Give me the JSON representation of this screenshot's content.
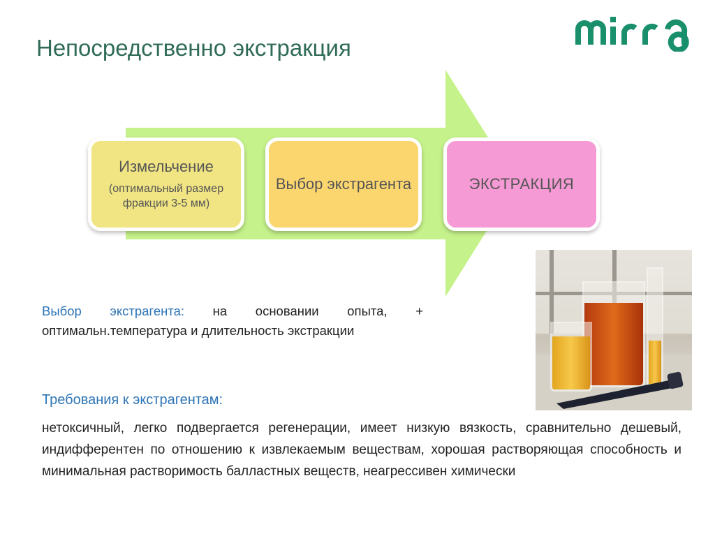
{
  "title": "Непосредственно экстракция",
  "logo": {
    "text": "MIRRA",
    "color": "#1a8f6c"
  },
  "process": {
    "arrow_color": "#c6f28b",
    "steps": [
      {
        "label": "Измельчение",
        "sub": "(оптимальный размер фракции 3-5 мм)",
        "color": "#f1e483"
      },
      {
        "label": "Выбор экстрагента",
        "color": "#fbd56e"
      },
      {
        "label": "ЭКСТРАКЦИЯ",
        "color": "#f59ad4"
      }
    ]
  },
  "extractant_choice": {
    "label": "Выбор экстрагента:",
    "text": "на основании опыта, + оптимальн.температура и длительность экстракции"
  },
  "requirements": {
    "heading": "Требования к экстрагентам:",
    "text": "нетоксичный, легко подвергается регенерации, имеет низкую вязкость, сравнительно дешевый, индифферентен по отношению к извлекаемым веществам, хорошая растворяющая способность и минимальная растворимость балластных веществ, неагрессивен химически"
  },
  "photo": {
    "icon": "laboratory-beakers-photo"
  }
}
